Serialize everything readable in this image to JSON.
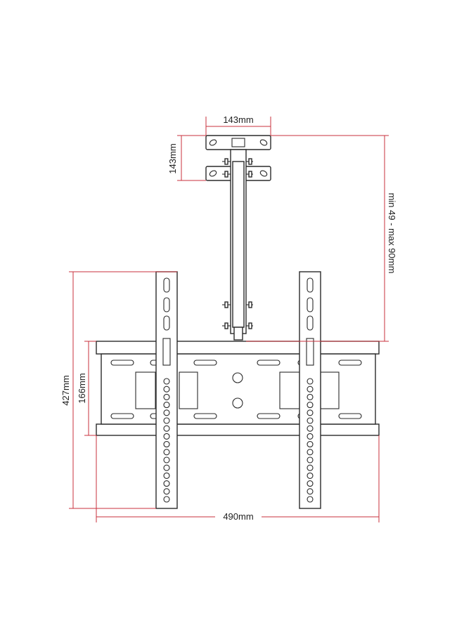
{
  "dimensions": {
    "top_plate_width": "143mm",
    "plate_spacing": "143mm",
    "drop_range": "min 49 - max 90mm",
    "total_height": "427mm",
    "frame_height": "166mm",
    "frame_width": "490mm"
  },
  "colors": {
    "dimension_line": "#c8323c",
    "outline": "#2a2a2a",
    "background": "#ffffff"
  }
}
